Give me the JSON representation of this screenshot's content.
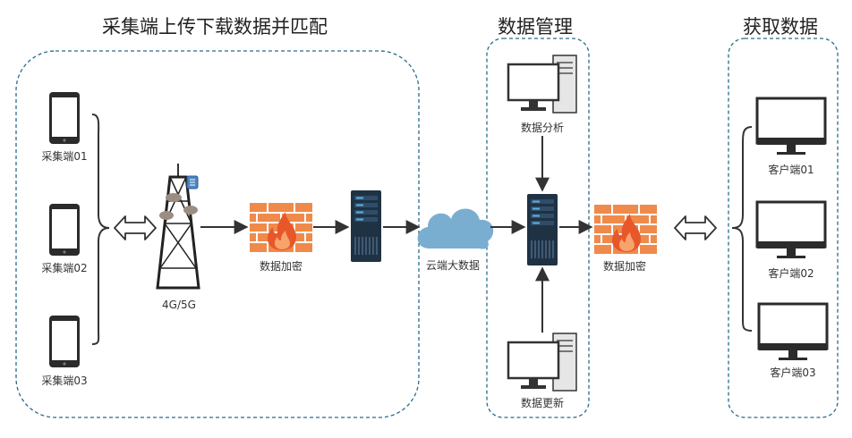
{
  "sections": {
    "collect": {
      "title": "采集端上传下载数据并匹配"
    },
    "manage": {
      "title": "数据管理"
    },
    "obtain": {
      "title": "获取数据"
    }
  },
  "devices": {
    "collectors": [
      "采集端01",
      "采集端02",
      "采集端03"
    ],
    "clients": [
      "客户端01",
      "客户端02",
      "客户端03"
    ]
  },
  "nodes": {
    "tower": "4G/5G",
    "firewall_left": "数据加密",
    "cloud": "云端大数据",
    "analysis": "数据分析",
    "update": "数据更新",
    "firewall_right": "数据加密"
  },
  "colors": {
    "dashed_border": "#2a6b8c",
    "server": "#1f3244",
    "firewall_brick": "#f08a4b",
    "flame": "#e8572a",
    "cloud": "#7aaed0",
    "arrow": "#333333"
  },
  "icons": {
    "tablet": "tablet-icon",
    "tower": "cell-tower-icon",
    "firewall": "firewall-icon",
    "server": "server-icon",
    "cloud": "cloud-icon",
    "workstation": "desktop-computer-icon",
    "monitor": "monitor-icon",
    "double_arrow": "double-arrow-icon"
  }
}
